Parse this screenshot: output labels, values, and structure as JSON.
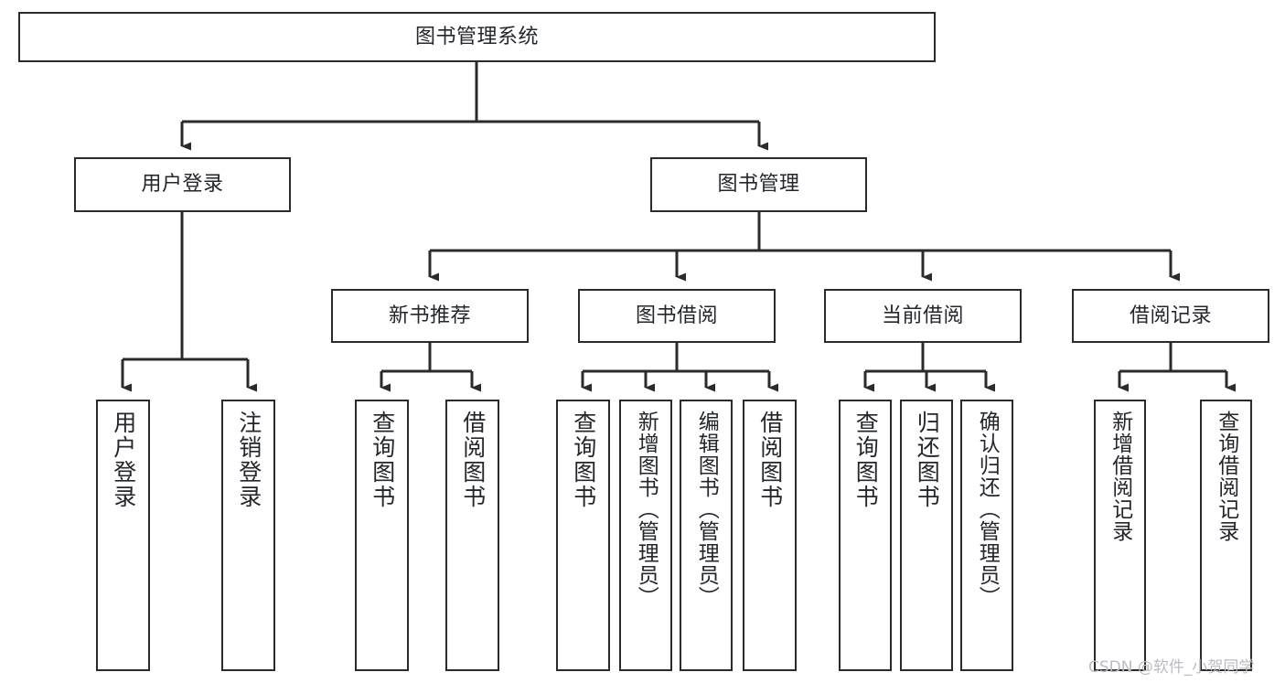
{
  "diagram": {
    "type": "tree-hierarchy-chart",
    "title": "图书管理系统",
    "colors": {
      "box_border": "#2b2b2b",
      "box_fill": "#ffffff",
      "edge": "#2b2b2b",
      "text": "#23262b",
      "watermark": "#b9bcc1",
      "background": "#ffffff"
    },
    "watermark": "CSDN @软件_小贺同学",
    "levels": {
      "root": {
        "label": "图书管理系统"
      },
      "level2": [
        {
          "id": "user-login",
          "label": "用户登录"
        },
        {
          "id": "book-manage",
          "label": "图书管理"
        }
      ],
      "level3": [
        {
          "id": "new-book-recommend",
          "label": "新书推荐",
          "parent": "book-manage"
        },
        {
          "id": "book-borrow",
          "label": "图书借阅",
          "parent": "book-manage"
        },
        {
          "id": "current-borrow",
          "label": "当前借阅",
          "parent": "book-manage"
        },
        {
          "id": "borrow-record",
          "label": "借阅记录",
          "parent": "book-manage"
        }
      ],
      "leaves": [
        {
          "id": "leaf-user-login",
          "label": "用户登录",
          "parent": "user-login"
        },
        {
          "id": "leaf-user-logout",
          "label": "注销登录",
          "parent": "user-login"
        },
        {
          "id": "leaf-query-book-1",
          "label": "查询图书",
          "parent": "new-book-recommend"
        },
        {
          "id": "leaf-borrow-book-1",
          "label": "借阅图书",
          "parent": "new-book-recommend"
        },
        {
          "id": "leaf-query-book-2",
          "label": "查询图书",
          "parent": "book-borrow"
        },
        {
          "id": "leaf-add-book",
          "label": "新增图书（管理员）",
          "parent": "book-borrow"
        },
        {
          "id": "leaf-edit-book",
          "label": "编辑图书（管理员）",
          "parent": "book-borrow"
        },
        {
          "id": "leaf-borrow-book-2",
          "label": "借阅图书",
          "parent": "book-borrow"
        },
        {
          "id": "leaf-query-book-3",
          "label": "查询图书",
          "parent": "current-borrow"
        },
        {
          "id": "leaf-return-book",
          "label": "归还图书",
          "parent": "current-borrow"
        },
        {
          "id": "leaf-confirm-return",
          "label": "确认归还（管理员）",
          "parent": "current-borrow"
        },
        {
          "id": "leaf-add-record",
          "label": "新增借阅记录",
          "parent": "borrow-record"
        },
        {
          "id": "leaf-query-record",
          "label": "查询借阅记录",
          "parent": "borrow-record"
        }
      ]
    }
  }
}
